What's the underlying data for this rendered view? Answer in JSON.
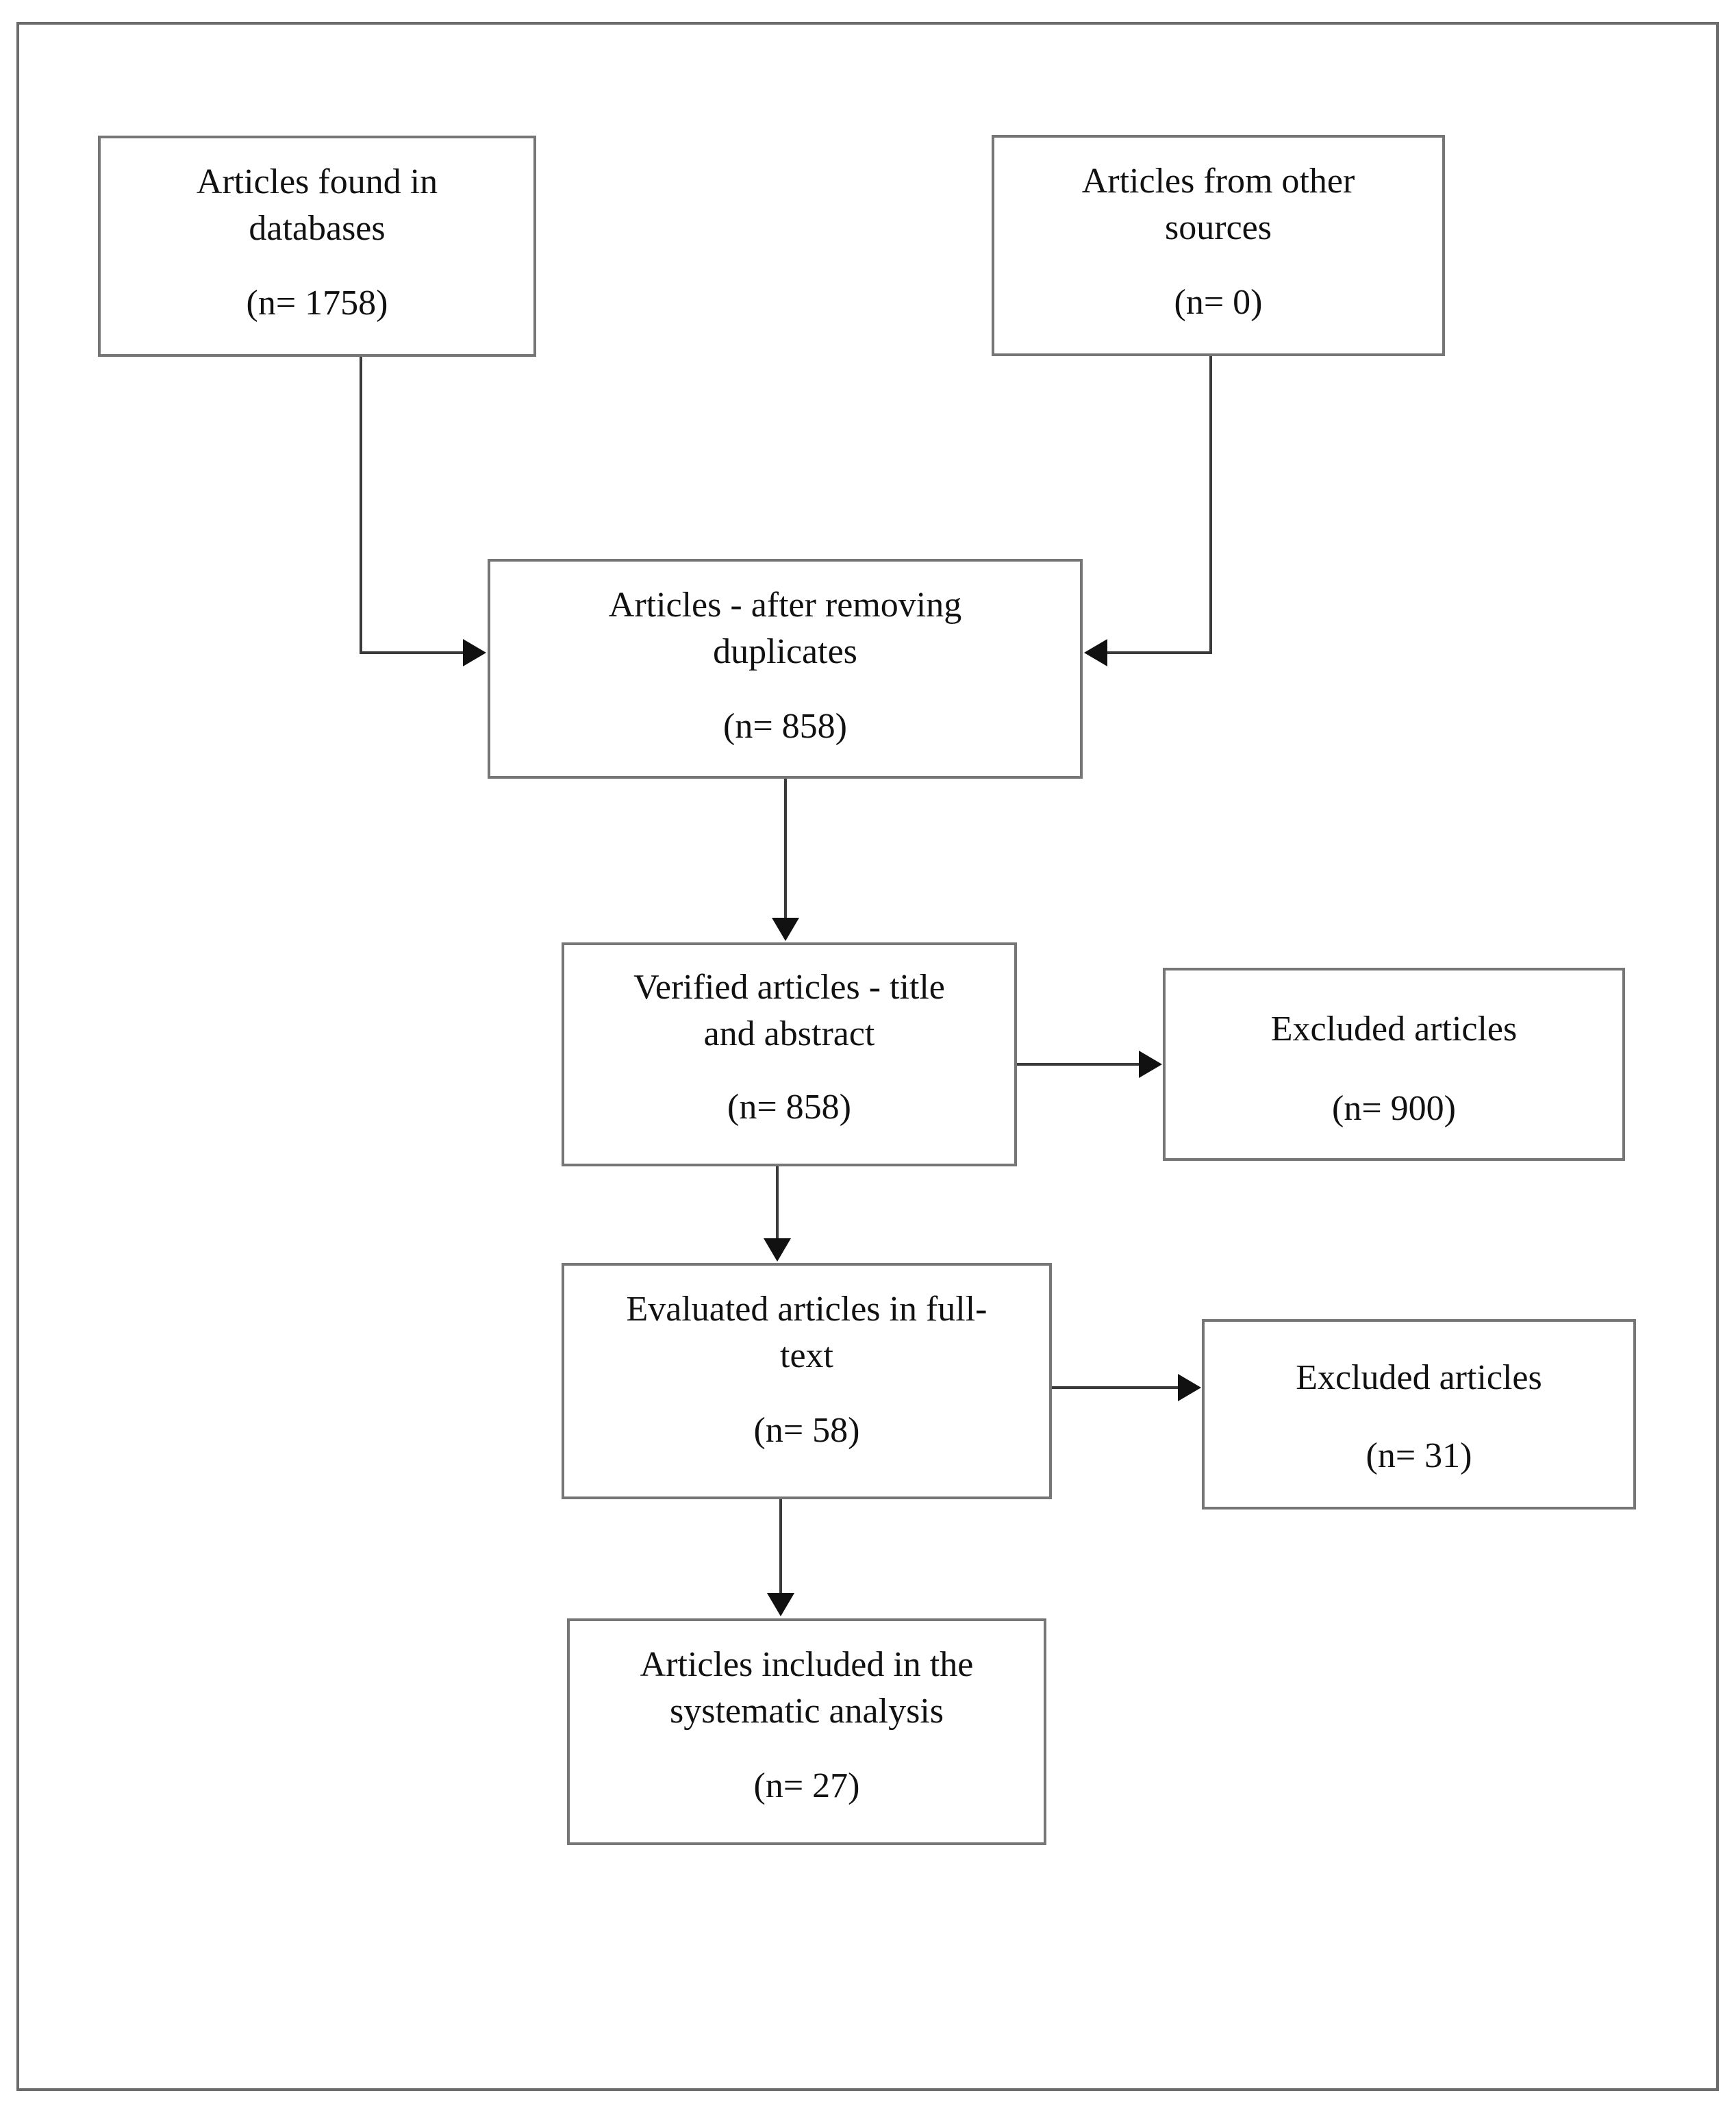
{
  "diagram": {
    "type": "prisma-flow-diagram",
    "orientation": "vertical",
    "nodes": [
      {
        "id": "databases",
        "title": "Articles found in\ndatabases",
        "count": "(n= 1758)"
      },
      {
        "id": "other_sources",
        "title": "Articles from other\nsources",
        "count": "(n= 0)"
      },
      {
        "id": "duplicates",
        "title": "Articles - after removing\nduplicates",
        "count": "(n= 858)"
      },
      {
        "id": "verified",
        "title": "Verified articles - title\nand abstract",
        "count": "(n= 858)"
      },
      {
        "id": "excluded_title_abstract",
        "title": "Excluded articles",
        "count": "(n= 900)"
      },
      {
        "id": "fulltext",
        "title": "Evaluated articles in full-\ntext",
        "count": "(n= 58)"
      },
      {
        "id": "excluded_fulltext",
        "title": "Excluded articles",
        "count": "(n= 31)"
      },
      {
        "id": "included",
        "title": "Articles included in the\nsystematic analysis",
        "count": "(n= 27)"
      }
    ],
    "edges": [
      {
        "id": "e1",
        "from": "databases",
        "to": "duplicates",
        "style": "elbow-down-right",
        "arrow": "right"
      },
      {
        "id": "e2",
        "from": "other_sources",
        "to": "duplicates",
        "style": "elbow-down-left",
        "arrow": "left"
      },
      {
        "id": "e3",
        "from": "duplicates",
        "to": "verified",
        "style": "straight-down",
        "arrow": "down"
      },
      {
        "id": "e4",
        "from": "verified",
        "to": "excluded_title_abstract",
        "style": "straight-right",
        "arrow": "right"
      },
      {
        "id": "e5",
        "from": "verified",
        "to": "fulltext",
        "style": "straight-down",
        "arrow": "down"
      },
      {
        "id": "e6",
        "from": "fulltext",
        "to": "excluded_fulltext",
        "style": "straight-right",
        "arrow": "right"
      },
      {
        "id": "e7",
        "from": "fulltext",
        "to": "included",
        "style": "straight-down",
        "arrow": "down"
      }
    ],
    "colors": {
      "box_border": "#767676",
      "frame_border": "#6b6b6b",
      "connector": "#3a3a3a",
      "arrowhead": "#111111",
      "text": "#111111",
      "background": "#ffffff"
    }
  }
}
